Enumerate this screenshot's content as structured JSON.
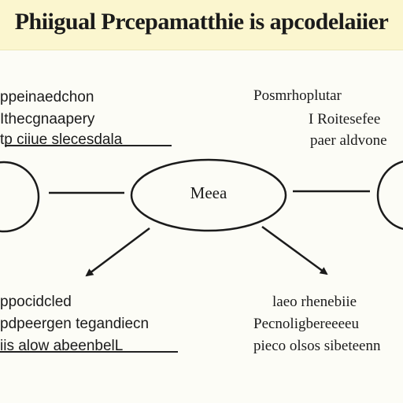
{
  "banner": {
    "title": "Phiigual Prcepamatthie is apcodelaiier"
  },
  "left_block": {
    "line1": "ppeinaedchon",
    "line2": "Ithecgnaapery",
    "line3": "tp ciiue slecesdala"
  },
  "right_block": {
    "line1": "Posmrhoplutar",
    "line2": "I Roitesefee",
    "line3": "paer aldvone"
  },
  "center": {
    "label": "Meea"
  },
  "bottom_left": {
    "line1": "ppocidcled",
    "line2": "pdpeergen tegandiecn",
    "line3": "iis alow abeenbelL"
  },
  "bottom_right": {
    "line1": "laeo rhenebiie",
    "line2": "Pecnoligbereeeeu",
    "line3": "pieco olsos sibeteenn"
  },
  "colors": {
    "banner_background": "#fbf6cf",
    "background": "#fcfcf6",
    "ink": "#1b1b1b"
  }
}
